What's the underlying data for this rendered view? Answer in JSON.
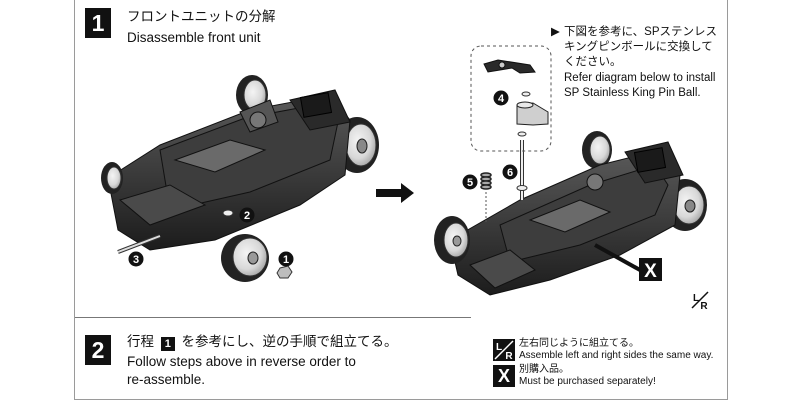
{
  "step1": {
    "number": "1",
    "title_jp": "フロントユニットの分解",
    "title_en": "Disassemble front unit"
  },
  "note": {
    "arrow": "▶",
    "jp_line1": "下図を参考に、SPステンレス",
    "jp_line2": "キングピンボールに交換して",
    "jp_line3": "ください。",
    "en_line1": "Refer diagram below to install",
    "en_line2": "SP Stainless King Pin Ball."
  },
  "callouts": {
    "c1": "1",
    "c2": "2",
    "c3": "3",
    "c4": "4",
    "c5": "5",
    "c6": "6"
  },
  "step2": {
    "number": "2",
    "line1_prefix": "行程",
    "line1_ref": "1",
    "line1_suffix": "を参考にし、逆の手順で組立てる。",
    "line2": "Follow steps above in reverse order to",
    "line3": "re-assemble."
  },
  "legend": {
    "lr_jp": "左右同じように組立てる。",
    "lr_en": "Assemble left and right sides the same way.",
    "x_jp": "別購入品。",
    "x_en": "Must be purchased separately!",
    "lr_symbol_l": "L",
    "lr_symbol_r": "R",
    "x_symbol": "X"
  }
}
